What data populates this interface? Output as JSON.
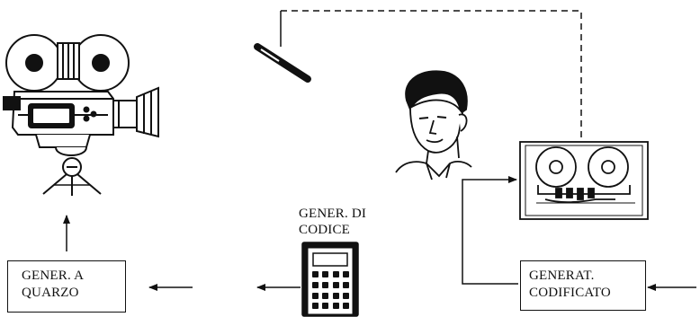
{
  "labels": {
    "quartz_generator": [
      "GENER. A",
      "QUARZO"
    ],
    "code_generator": [
      "GENER. DI",
      "CODICE"
    ],
    "coded_generator": [
      "GENERAT.",
      "CODIFICATO"
    ]
  },
  "icons": {
    "camera": "film-camera-icon",
    "microphone": "microphone-icon",
    "person": "person-head-icon",
    "recorder": "reel-tape-recorder-icon",
    "calculator": "code-generator-device-icon"
  },
  "colors": {
    "line": "#111111",
    "background": "#ffffff"
  }
}
